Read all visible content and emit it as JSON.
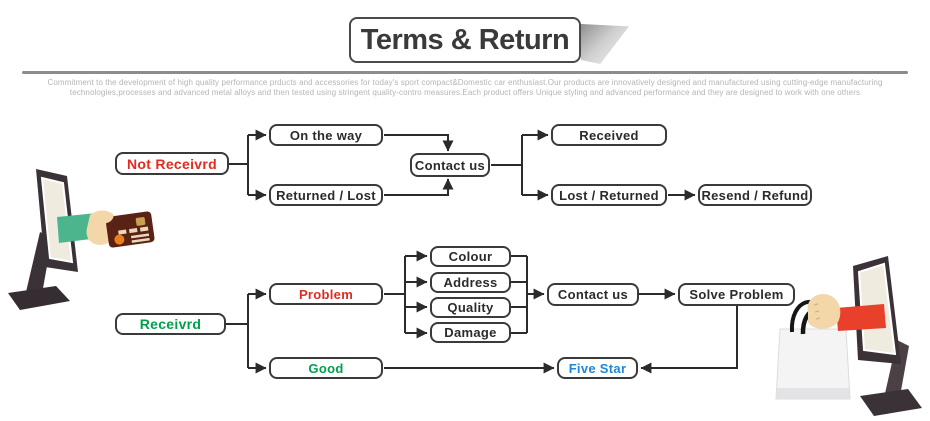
{
  "title": "Terms & Return",
  "description": {
    "line1": "Commitment to the development of high quality performance prducts and accessories for today's sport compact&Domestic car enthusiast.Our products are innovatively designed and manufactured using cutting-edge manufacturing",
    "line2": "technologies,processes and advanced metal alloys and then tested using stringent quality-contro measures.Each  product offers Unique styling and advanced performance and they are designed to work with one others"
  },
  "flow_not_received": {
    "not_received": "Not Receivrd",
    "on_the_way": "On the way",
    "returned_lost": "Returned / Lost",
    "contact_us": "Contact us",
    "received": "Received",
    "lost_returned": "Lost / Returned",
    "resend_refund": "Resend / Refund"
  },
  "flow_received": {
    "received": "Receivrd",
    "problem": "Problem",
    "good": "Good",
    "colour": "Colour",
    "address": "Address",
    "quality": "Quality",
    "damage": "Damage",
    "contact_us": "Contact us",
    "solve_problem": "Solve Problem",
    "five_star": "Five Star"
  },
  "icons": {
    "left_illustration": "monitor-hand-credit-card",
    "right_illustration": "monitor-hand-shopping-bag"
  },
  "colors": {
    "negative_red": "#e02b20",
    "positive_green": "#00a14b",
    "rating_blue": "#2086d6",
    "line_dark": "#2b2b2b",
    "divider_gray": "#8c8c8c",
    "sleeve_green": "#4db58e",
    "sleeve_red": "#e8402a",
    "card_maroon": "#5a2115"
  }
}
